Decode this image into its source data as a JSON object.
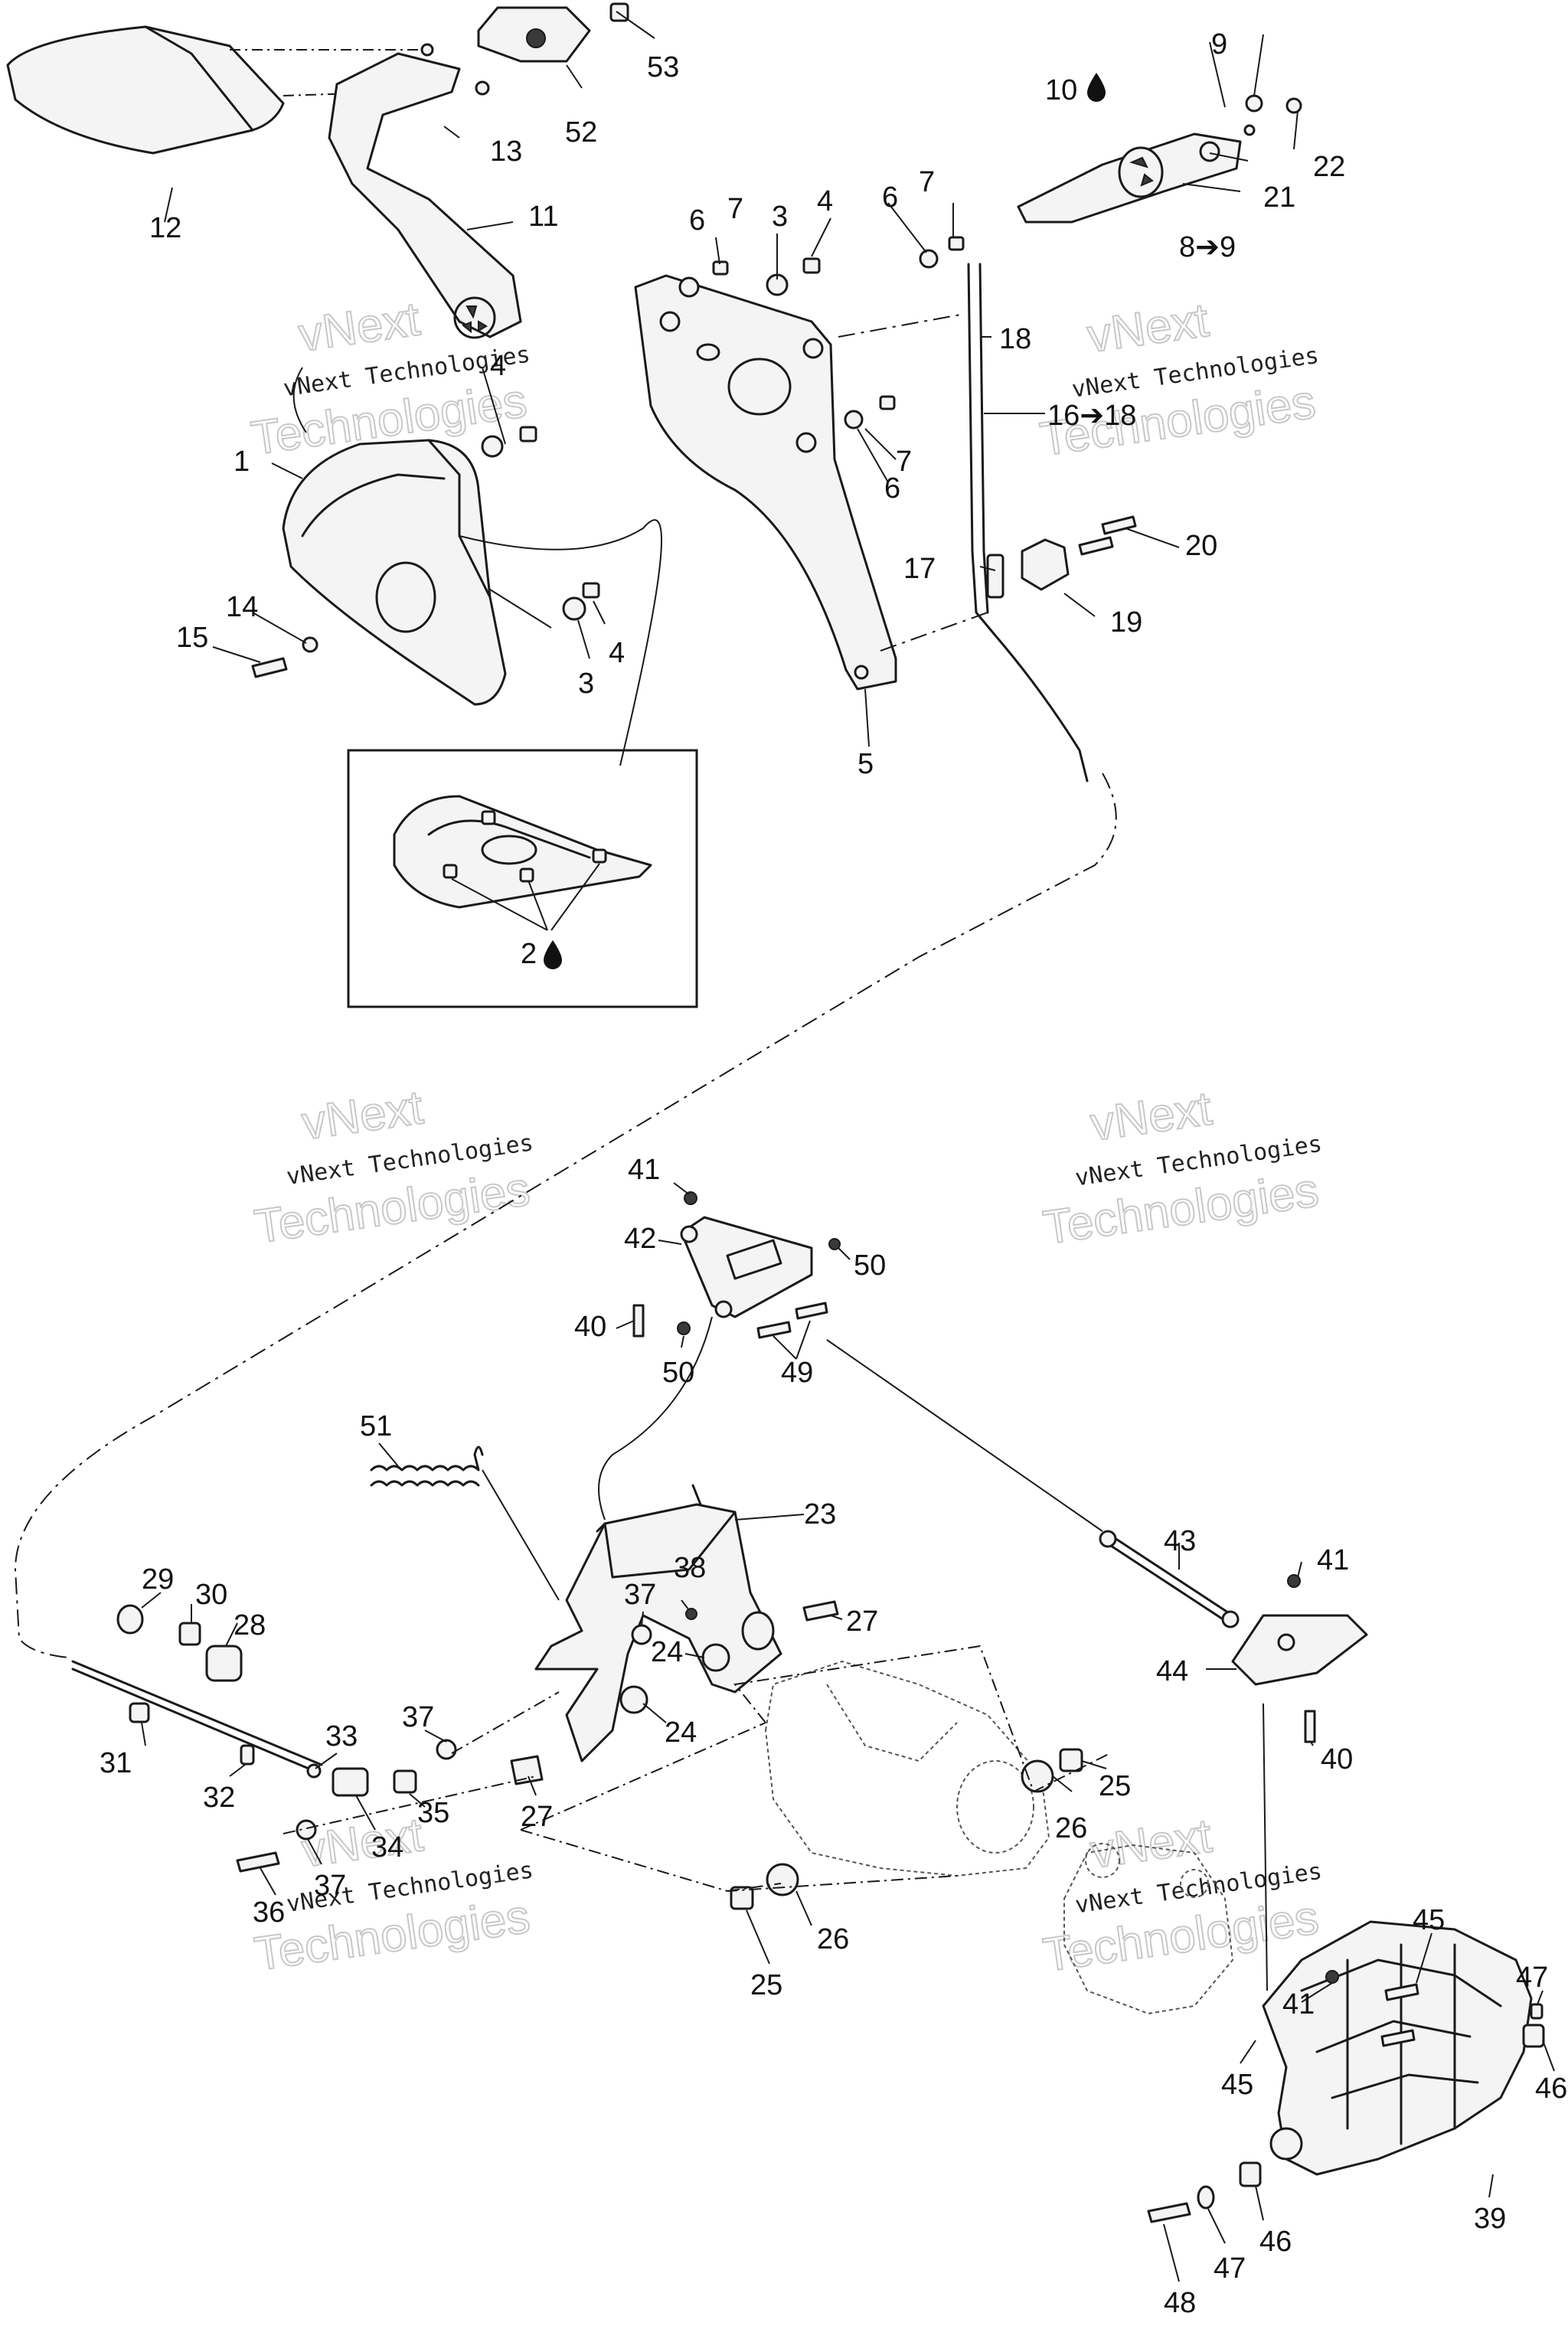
{
  "watermark": {
    "line1": "vNext",
    "line2": "vNext Technologies",
    "line3": "Technologies"
  },
  "callouts": {
    "c1": "1",
    "c2": "2",
    "c3a": "3",
    "c3b": "3",
    "c4a": "4",
    "c4b": "4",
    "c4c": "4",
    "c5": "5",
    "c6a": "6",
    "c6b": "6",
    "c6c": "6",
    "c7a": "7",
    "c7b": "7",
    "c7c": "7",
    "c8": "8➔9",
    "c9": "9",
    "c10": "10",
    "c11": "11",
    "c12": "12",
    "c13": "13",
    "c14": "14",
    "c15": "15",
    "c16": "16➔18",
    "c17": "17",
    "c18": "18",
    "c19": "19",
    "c20": "20",
    "c21": "21",
    "c22": "22",
    "c23": "23",
    "c24a": "24",
    "c24b": "24",
    "c25a": "25",
    "c25b": "25",
    "c26a": "26",
    "c26b": "26",
    "c27a": "27",
    "c27b": "27",
    "c28": "28",
    "c29": "29",
    "c30": "30",
    "c31": "31",
    "c32": "32",
    "c33": "33",
    "c34": "34",
    "c35": "35",
    "c36": "36",
    "c37a": "37",
    "c37b": "37",
    "c37c": "37",
    "c38": "38",
    "c39": "39",
    "c40a": "40",
    "c40b": "40",
    "c41a": "41",
    "c41b": "41",
    "c41c": "41",
    "c42": "42",
    "c43": "43",
    "c44": "44",
    "c45a": "45",
    "c45b": "45",
    "c46a": "46",
    "c46b": "46",
    "c47a": "47",
    "c47b": "47",
    "c48": "48",
    "c49": "49",
    "c50a": "50",
    "c50b": "50",
    "c51": "51",
    "c52": "52",
    "c53": "53"
  },
  "colors": {
    "line": "#1a1a1a",
    "watermark": "#c8c8c8"
  }
}
